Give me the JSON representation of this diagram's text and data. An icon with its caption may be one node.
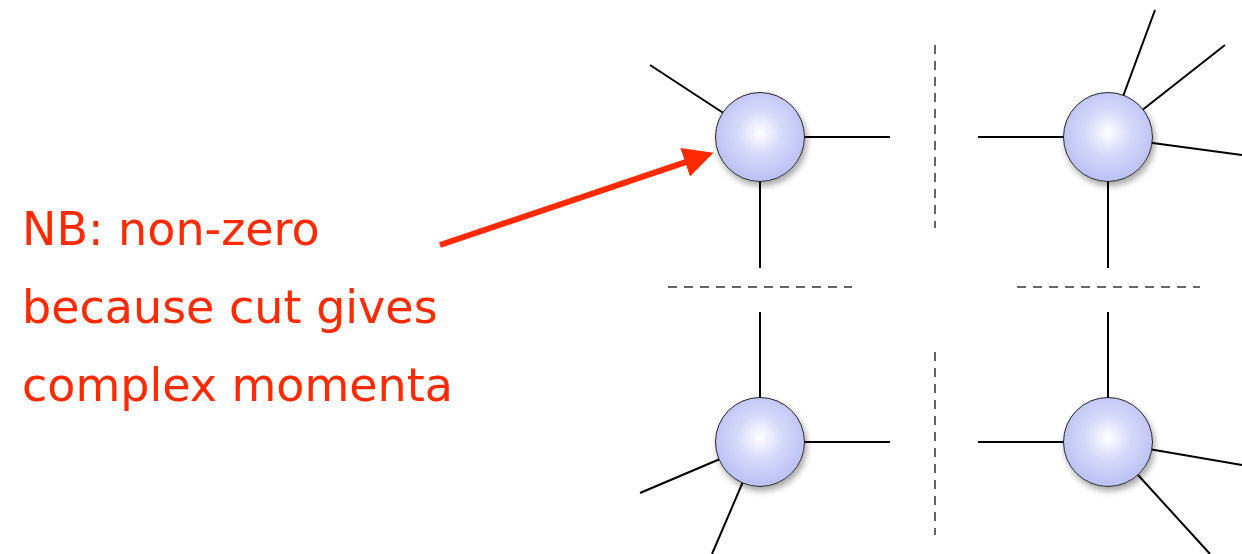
{
  "diagram": {
    "nodes": [
      {
        "text": [
          "NB: non-zero because cut gives complex momenta"
        ]
      },
      {
        "text": [],
        "shape": "circle"
      },
      {
        "text": [],
        "shape": "circle"
      },
      {
        "text": [],
        "shape": "circle"
      },
      {
        "text": [],
        "shape": "circle"
      }
    ],
    "edges": [
      {
        "from": 0,
        "to": 1,
        "arrow": "to",
        "color": "#ff2a00"
      }
    ]
  }
}
